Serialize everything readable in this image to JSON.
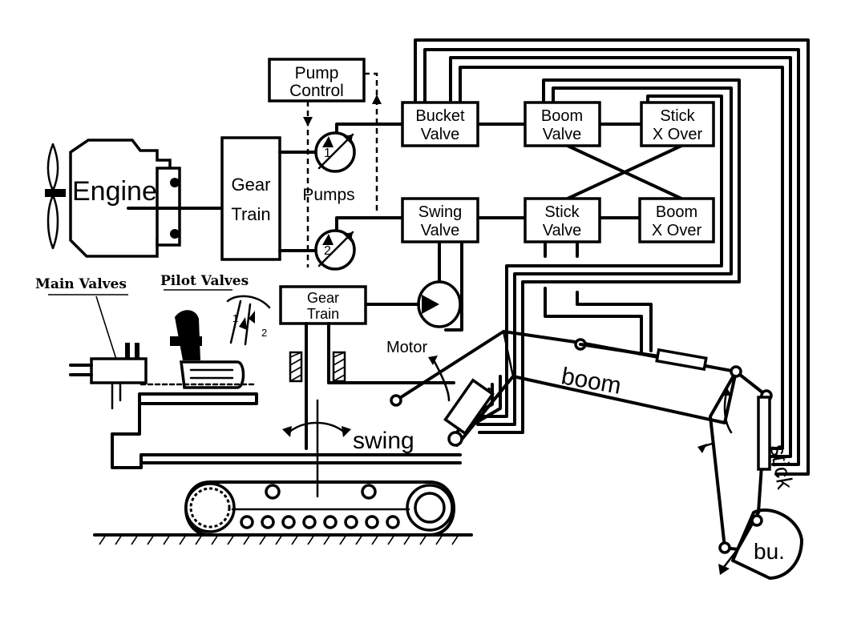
{
  "labels": {
    "engine": "Engine",
    "gear_train_top_1": "Gear",
    "gear_train_top_2": "Train",
    "pump_control_1": "Pump",
    "pump_control_2": "Control",
    "pumps": "Pumps",
    "pump_1": "1",
    "pump_2": "2",
    "bucket_valve_1": "Bucket",
    "bucket_valve_2": "Valve",
    "boom_valve_1": "Boom",
    "boom_valve_2": "Valve",
    "stick_x_over_1": "Stick",
    "stick_x_over_2": "X Over",
    "swing_valve_1": "Swing",
    "swing_valve_2": "Valve",
    "stick_valve_1": "Stick",
    "stick_valve_2": "Valve",
    "boom_x_over_1": "Boom",
    "boom_x_over_2": "X Over",
    "gear_train_swing_1": "Gear",
    "gear_train_swing_2": "Train",
    "main_valves": "Main Valves",
    "pilot_valves": "Pilot Valves",
    "pilot_1": "1",
    "pilot_2": "2",
    "motor": "Motor",
    "swing": "swing",
    "boom": "boom",
    "stick": "stick",
    "bucket": "bu."
  }
}
